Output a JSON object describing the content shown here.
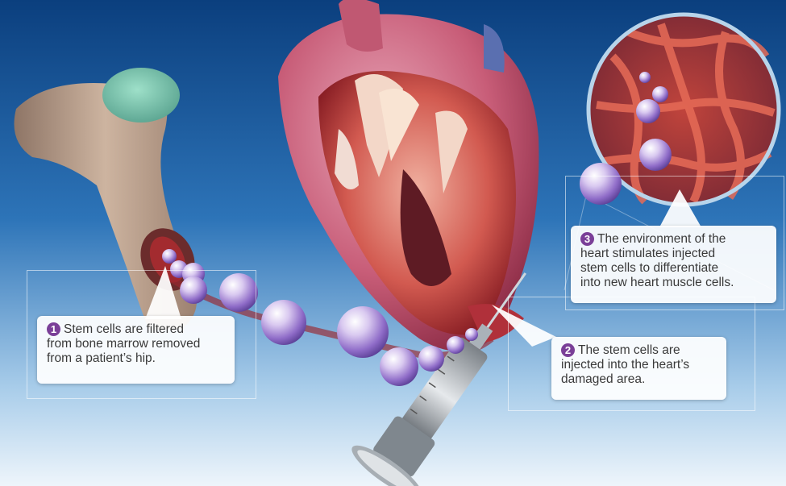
{
  "colors": {
    "accent": "#7a3f98",
    "background_top": "#0f4a8a",
    "background_bottom": "#e9f2fb"
  },
  "callouts": [
    {
      "number": "1",
      "lines": [
        "Stem cells are filtered",
        "from bone marrow removed",
        "from a patient’s hip."
      ]
    },
    {
      "number": "2",
      "lines": [
        "The stem cells are",
        "injected into the heart’s",
        "damaged area."
      ]
    },
    {
      "number": "3",
      "lines": [
        "The environment of the",
        "heart stimulates injected",
        "stem cells to differentiate",
        "into new heart muscle cells."
      ]
    }
  ]
}
